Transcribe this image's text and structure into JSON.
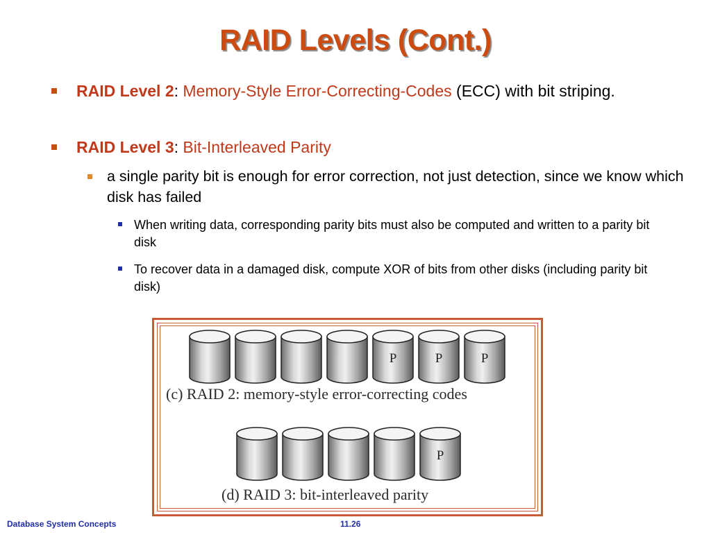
{
  "slide": {
    "title": "RAID Levels (Cont.)",
    "bullet1": {
      "label": "RAID Level 2",
      "sep": ":  ",
      "name": "Memory-Style Error-Correcting-Codes",
      "rest": " (ECC) with bit striping."
    },
    "bullet2": {
      "label": "RAID Level 3",
      "sep": ": ",
      "name": "Bit-Interleaved Parity"
    },
    "sub1": " a single parity bit is enough for error correction, not just detection, since we know which disk has failed",
    "subsub1": "When writing data, corresponding parity bits must also be computed and written to a parity bit disk",
    "subsub2": "To recover data in a damaged disk, compute XOR of bits from other disks (including parity bit disk)"
  },
  "figure": {
    "caption_c": "(c) RAID 2: memory-style error-correcting codes",
    "caption_d": "(d) RAID 3: bit-interleaved parity",
    "raid2_disks": [
      "",
      "",
      "",
      "",
      "P",
      "P",
      "P"
    ],
    "raid3_disks": [
      "",
      "",
      "",
      "",
      "P"
    ]
  },
  "footer": {
    "left": "Database System Concepts",
    "page": "11.26"
  },
  "colors": {
    "title": "#cc4b10",
    "accent_red": "#c0391b",
    "footer_blue": "#1f2fa8",
    "frame": "#c85a37"
  }
}
